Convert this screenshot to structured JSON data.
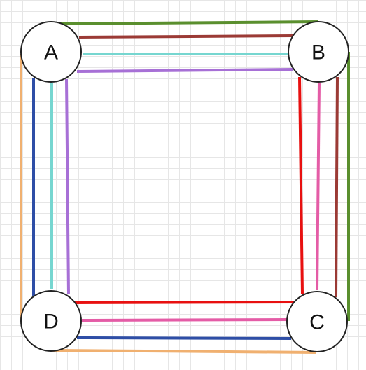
{
  "nodes": [
    {
      "id": "A",
      "label": "A"
    },
    {
      "id": "B",
      "label": "B"
    },
    {
      "id": "C",
      "label": "C"
    },
    {
      "id": "D",
      "label": "D"
    }
  ],
  "edges": [
    {
      "from": "A",
      "to": "B",
      "color": "#5a8f2e"
    },
    {
      "from": "A",
      "to": "B",
      "color": "#9b3a35"
    },
    {
      "from": "A",
      "to": "B",
      "color": "#76d6d0"
    },
    {
      "from": "A",
      "to": "B",
      "color": "#a770d6"
    },
    {
      "from": "B",
      "to": "C",
      "color": "#e81010"
    },
    {
      "from": "B",
      "to": "C",
      "color": "#e45ca6"
    },
    {
      "from": "B",
      "to": "C",
      "color": "#9b3a35"
    },
    {
      "from": "B",
      "to": "C",
      "color": "#5a8f2e"
    },
    {
      "from": "D",
      "to": "C",
      "color": "#e81010"
    },
    {
      "from": "D",
      "to": "C",
      "color": "#e45ca6"
    },
    {
      "from": "D",
      "to": "C",
      "color": "#2e4ea6"
    },
    {
      "from": "D",
      "to": "C",
      "color": "#f0b070"
    },
    {
      "from": "A",
      "to": "D",
      "color": "#f0b070"
    },
    {
      "from": "A",
      "to": "D",
      "color": "#2e4ea6"
    },
    {
      "from": "A",
      "to": "D",
      "color": "#76d6d0"
    },
    {
      "from": "A",
      "to": "D",
      "color": "#a770d6"
    }
  ]
}
